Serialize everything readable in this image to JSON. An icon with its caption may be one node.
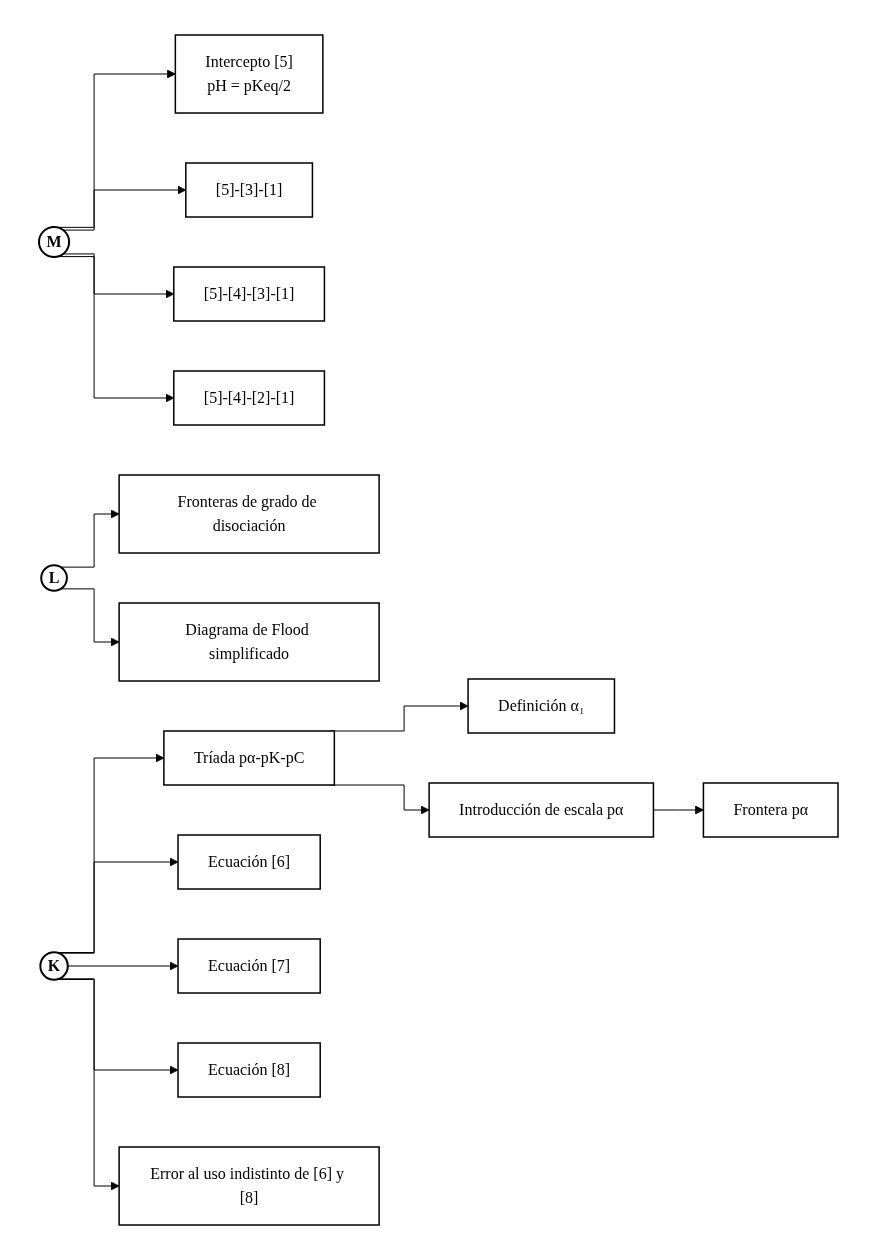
{
  "diagram": {
    "nodes": [
      {
        "text": [
          "K"
        ]
      },
      {
        "text": [
          "L"
        ]
      },
      {
        "text": [
          "M"
        ]
      },
      {
        "text": [
          "Intercepto [5]",
          "pH = pKeq/2"
        ]
      },
      {
        "text": [
          "[5]-[3]-[1]"
        ]
      },
      {
        "text": [
          "[5]-[4]-[3]-[1]"
        ]
      },
      {
        "text": [
          "[5]-[4]-[2]-[1]"
        ]
      },
      {
        "text": [
          "Fronteras de grado de disociación"
        ]
      },
      {
        "text": [
          "Diagrama de Flood simplificado"
        ]
      },
      {
        "text": [
          "Tríada pα-pK-pC"
        ]
      },
      {
        "text": [
          "Definición α₁"
        ]
      },
      {
        "text": [
          "Introducción de escala pα"
        ]
      },
      {
        "text": [
          "Frontera pα"
        ]
      },
      {
        "text": [
          "Ecuación [6]"
        ]
      },
      {
        "text": [
          "Ecuación [7]"
        ]
      },
      {
        "text": [
          "Ecuación [8]"
        ]
      },
      {
        "text": [
          "Error al uso indistinto de [6] y [8]"
        ]
      }
    ],
    "edges": [
      {
        "from": 2,
        "to": 3,
        "arrow": "to"
      },
      {
        "from": 2,
        "to": 4,
        "arrow": "to"
      },
      {
        "from": 2,
        "to": 5,
        "arrow": "to"
      },
      {
        "from": 2,
        "to": 6,
        "arrow": "to"
      },
      {
        "from": 1,
        "to": 7,
        "arrow": "to"
      },
      {
        "from": 1,
        "to": 8,
        "arrow": "to"
      },
      {
        "from": 0,
        "to": 9,
        "arrow": "to"
      },
      {
        "from": 9,
        "to": 10,
        "arrow": "to"
      },
      {
        "from": 9,
        "to": 11,
        "arrow": "to"
      },
      {
        "from": 11,
        "to": 12,
        "arrow": "to"
      },
      {
        "from": 0,
        "to": 13,
        "arrow": "to"
      },
      {
        "from": 0,
        "to": 14,
        "arrow": "to"
      },
      {
        "from": 0,
        "to": 15,
        "arrow": "to"
      },
      {
        "from": 0,
        "to": 16,
        "arrow": "to"
      }
    ]
  }
}
